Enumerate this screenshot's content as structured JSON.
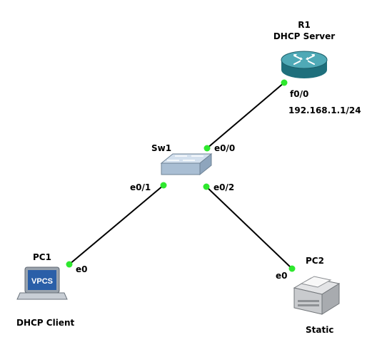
{
  "nodes": {
    "r1": {
      "name": "R1",
      "role": "DHCP Server",
      "interface": "f0/0",
      "ip": "192.168.1.1/24",
      "icon": "router-icon"
    },
    "sw1": {
      "name": "Sw1",
      "ports": [
        "e0/0",
        "e0/1",
        "e0/2"
      ],
      "icon": "switch-icon"
    },
    "pc1": {
      "name": "PC1",
      "role": "DHCP Client",
      "interface": "e0",
      "icon": "vpcs-laptop-icon",
      "screen_text": "VPCS"
    },
    "pc2": {
      "name": "PC2",
      "role": "Static",
      "interface": "e0",
      "icon": "printer-icon"
    }
  },
  "colors": {
    "link": "#000000",
    "port_dot": "#2ee82e",
    "router": "#2f8a98",
    "switch": "#b9cbe0"
  }
}
